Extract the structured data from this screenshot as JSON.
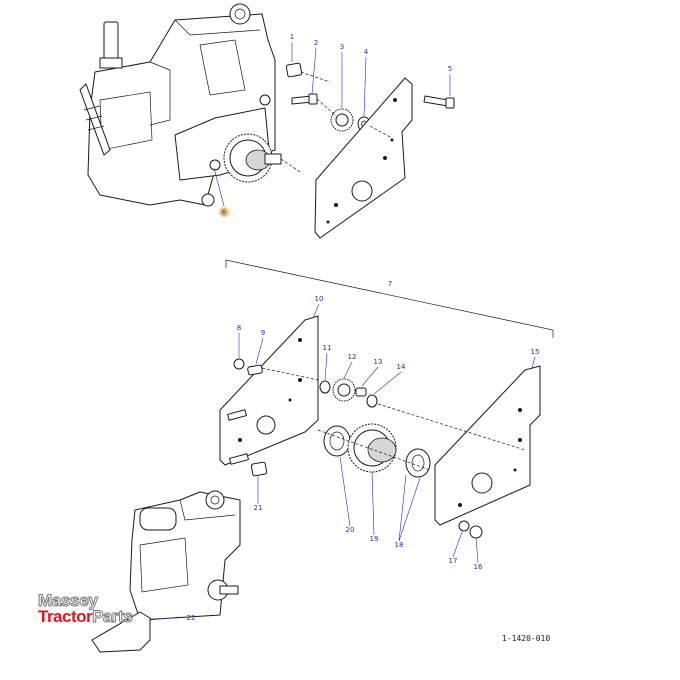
{
  "diagram": {
    "drawing_number": "1-1420-010",
    "callouts": [
      {
        "label": "1"
      },
      {
        "label": "2"
      },
      {
        "label": "3"
      },
      {
        "label": "4"
      },
      {
        "label": "5"
      },
      {
        "label": "6"
      },
      {
        "label": "7"
      },
      {
        "label": "8"
      },
      {
        "label": "9"
      },
      {
        "label": "10"
      },
      {
        "label": "11"
      },
      {
        "label": "12"
      },
      {
        "label": "13"
      },
      {
        "label": "14"
      },
      {
        "label": "15"
      },
      {
        "label": "16"
      },
      {
        "label": "17"
      },
      {
        "label": "18"
      },
      {
        "label": "19"
      },
      {
        "label": "20"
      },
      {
        "label": "21"
      },
      {
        "label": "22"
      }
    ]
  },
  "watermark": {
    "line1": "Massey",
    "line2_red": "Tractor",
    "line2_white": "Parts"
  },
  "colors": {
    "callout": "#2b2bb8",
    "ink": "#1a1a1a",
    "logo_red": "#d71920"
  }
}
